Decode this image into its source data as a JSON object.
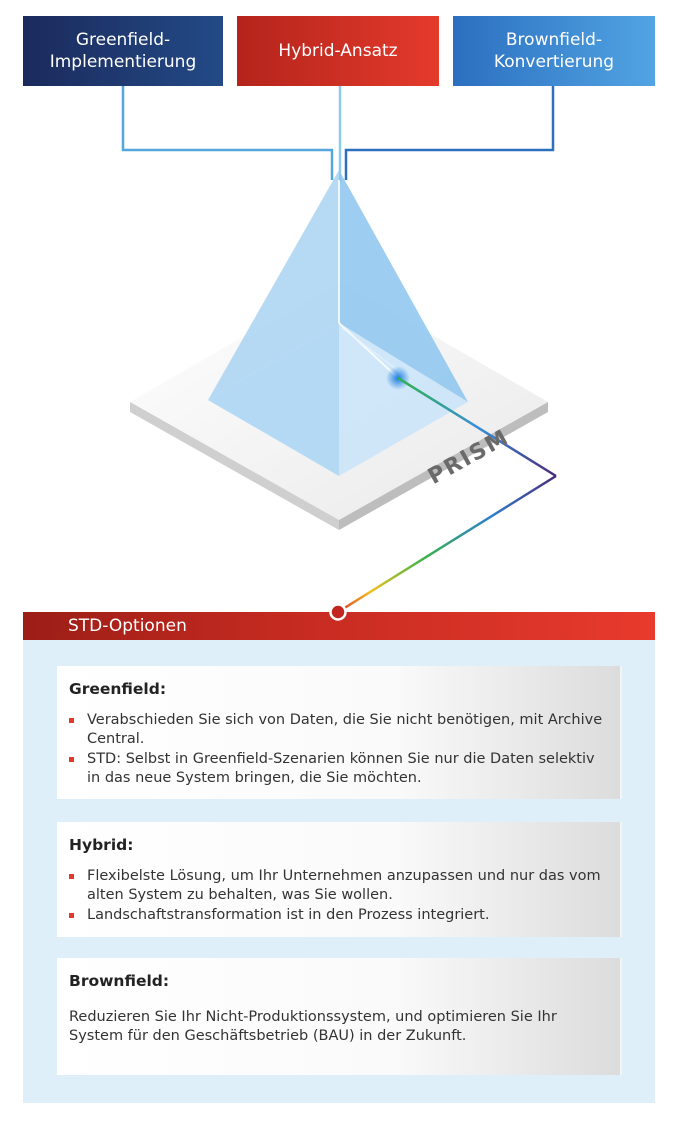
{
  "top_boxes": {
    "greenfield": "Greenfield-\nImplementierung",
    "hybrid": "Hybrid-Ansatz",
    "brownfield": "Brownfield-\nKonvertierung"
  },
  "prism_label": "PRISM",
  "options": {
    "title": "STD-Optionen",
    "cards": [
      {
        "heading": "Greenfield:",
        "bullets": [
          "Verabschieden Sie sich von Daten, die Sie nicht benötigen, mit Archive Central.",
          "STD: Selbst in Greenfield-Szenarien können Sie nur die Daten selektiv in das neue System bringen, die Sie möchten."
        ]
      },
      {
        "heading": "Hybrid:",
        "bullets": [
          "Flexibelste Lösung, um Ihr Unternehmen anzupassen und nur das vom alten System zu behalten, was Sie wollen.",
          "Landschaftstransformation ist in den Prozess integriert."
        ]
      },
      {
        "heading": "Brownfield:",
        "text": "Reduzieren Sie Ihr Nicht-Produktionssystem, und optimieren Sie Ihr System für den Geschäftsbetrieb (BAU) in der Zukunft."
      }
    ]
  },
  "colors": {
    "greenfield": "#1b2a5c",
    "hybrid": "#e43a2c",
    "brownfield": "#52a4e3",
    "panel": "#dfeffa"
  }
}
